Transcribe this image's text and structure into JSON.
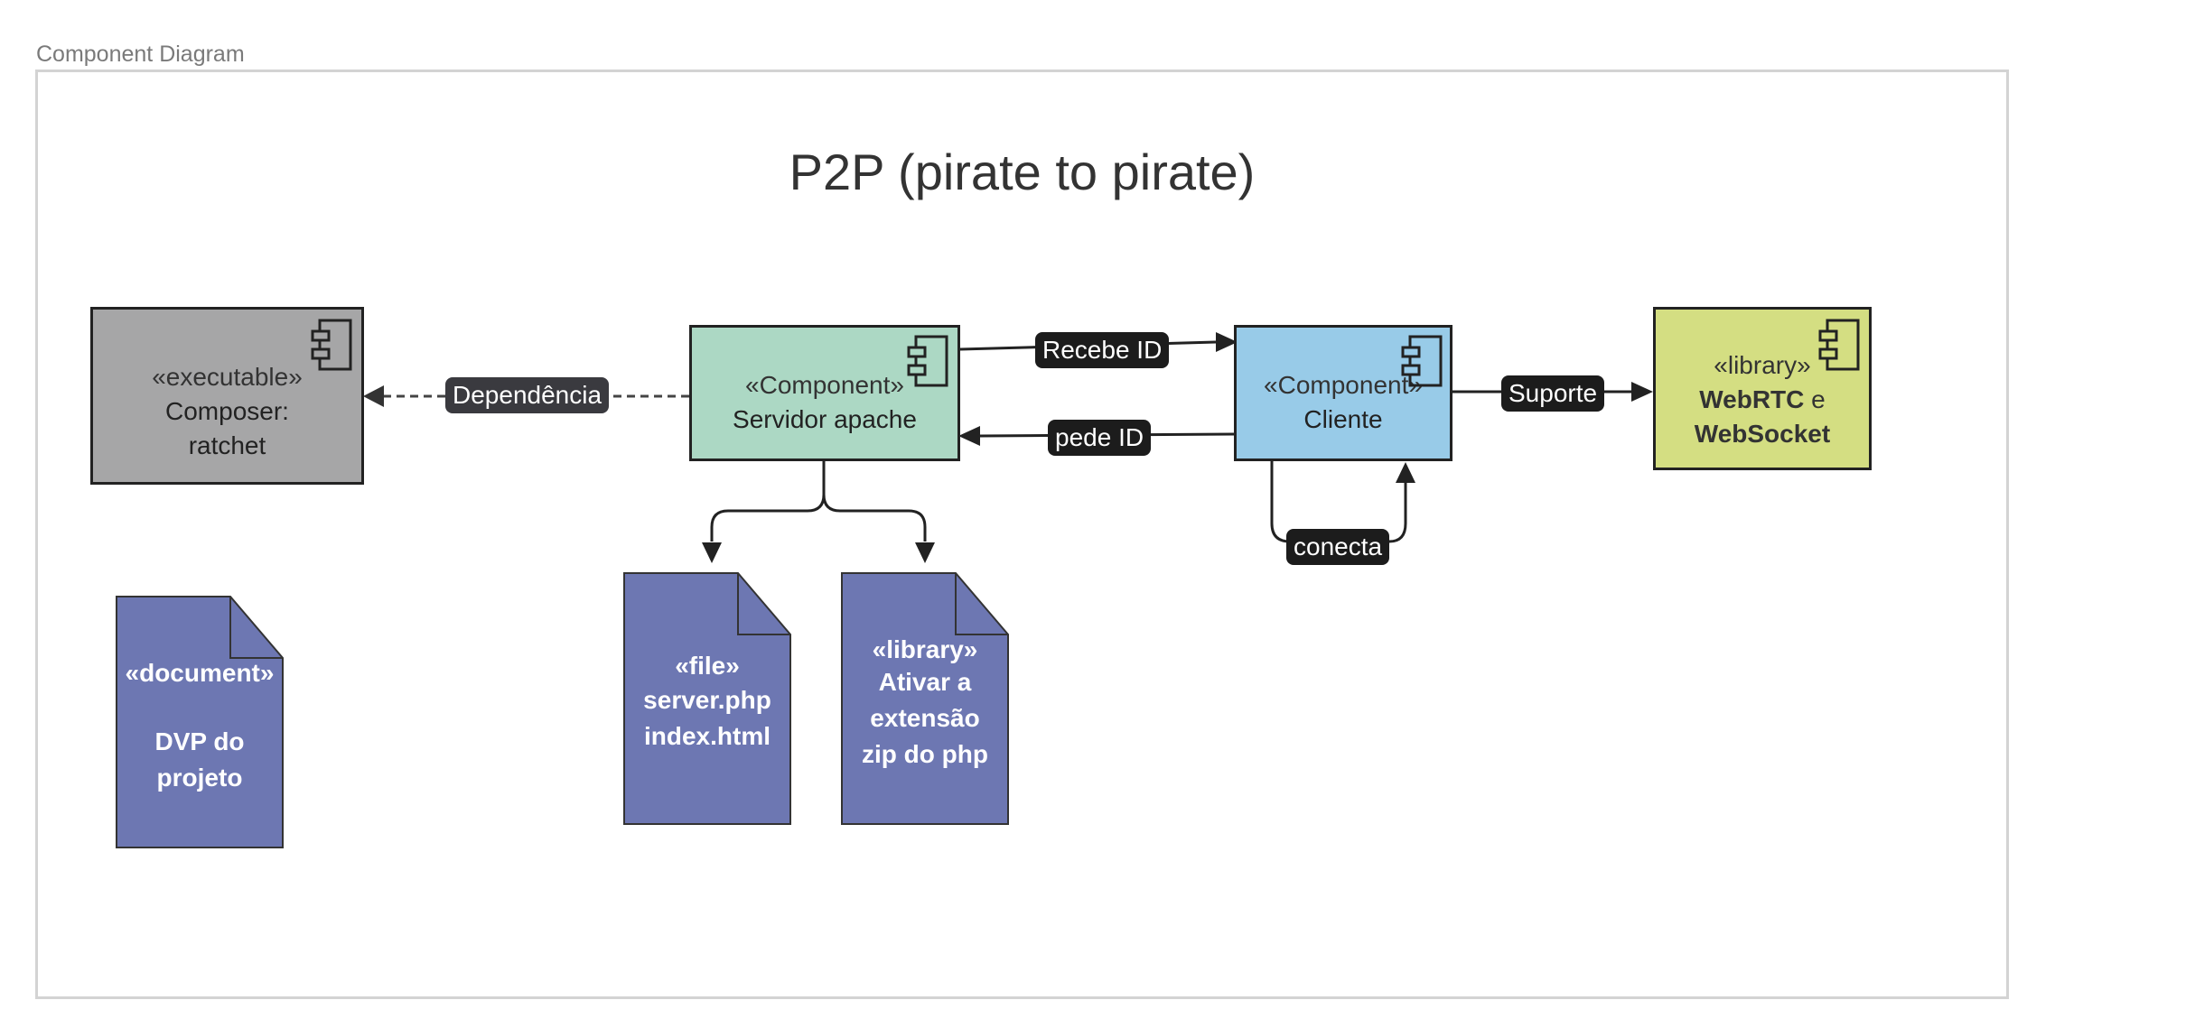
{
  "frame": {
    "label": "Component Diagram"
  },
  "title": "P2P (pirate to pirate)",
  "colors": {
    "executable": "#a6a6a7",
    "servidor": "#acd8c4",
    "cliente": "#98cbe8",
    "library": "#d4de82",
    "document": "#6d77b2"
  },
  "components": {
    "executable": {
      "stereotype": "«executable»",
      "name1": "Composer:",
      "name2": "ratchet",
      "icon": "component-icon"
    },
    "servidor": {
      "stereotype": "«Component»",
      "name": "Servidor apache",
      "icon": "component-icon"
    },
    "cliente": {
      "stereotype": "«Component»",
      "name": "Cliente",
      "icon": "component-icon"
    },
    "library": {
      "stereotype": "«library»",
      "name_bold1": "WebRTC",
      "name_sep": " e",
      "name_bold2": "WebSocket",
      "icon": "component-icon"
    }
  },
  "documents": {
    "dvp": {
      "line1": "«document»",
      "line2": "DVP do",
      "line3": "projeto"
    },
    "file": {
      "line1": "«file»",
      "line2": "server.php",
      "line3": "index.html"
    },
    "lib_zip": {
      "line1": "«library»",
      "line2": "Ativar a",
      "line3": "extensão",
      "line4": "zip do php"
    }
  },
  "edges": {
    "dependencia": "Dependência",
    "recebe_id": "Recebe ID",
    "pede_id": "pede ID",
    "suporte": "Suporte",
    "conecta": "conecta"
  }
}
